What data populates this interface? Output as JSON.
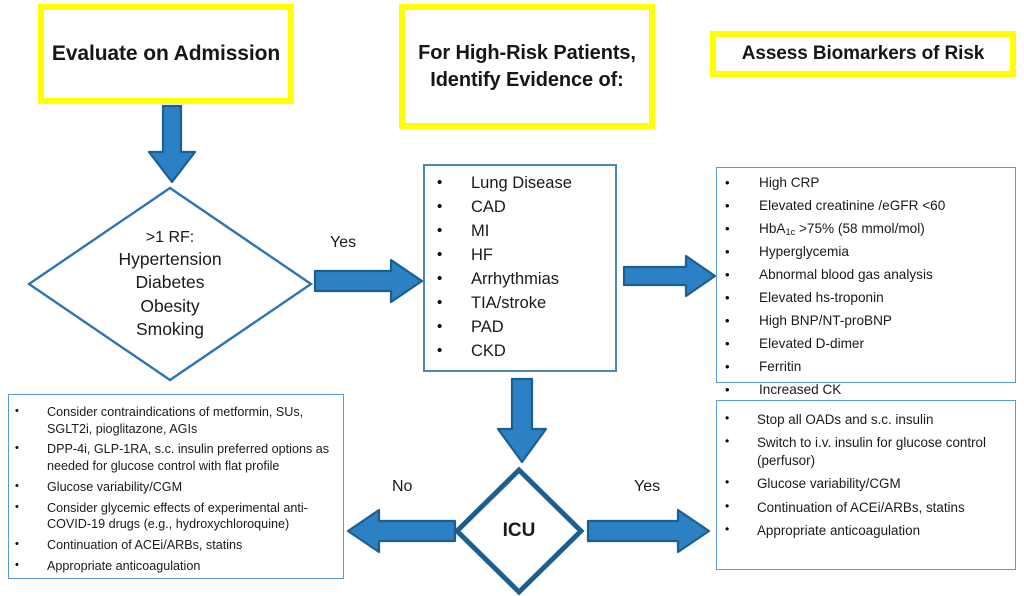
{
  "diagram": {
    "title": "COVID-19 and diabetes hospital admission management flowchart",
    "colors": {
      "header_border": "#ffff00",
      "arrow_fill": "#2b81c4",
      "arrow_stroke": "#1b5f91",
      "box_border": "#5b9bd5",
      "diamond_stroke": "#2e75b6",
      "text": "#1a1a1a"
    }
  },
  "headers": {
    "admission": "Evaluate on Admission",
    "high_risk_line1": "For High-Risk Patients,",
    "high_risk_line2": "Identify Evidence of:",
    "biomarkers": "Assess Biomarkers of Risk"
  },
  "decision_rf": {
    "line1": ">1 RF:",
    "line2": "Hypertension",
    "line3": "Diabetes",
    "line4": "Obesity",
    "line5": "Smoking"
  },
  "decision_icu": {
    "label": "ICU"
  },
  "edge_labels": {
    "yes_top": "Yes",
    "no_icu": "No",
    "yes_icu": "Yes"
  },
  "evidence_list": {
    "items": [
      "Lung Disease",
      "CAD",
      "MI",
      "HF",
      "Arrhythmias",
      "TIA/stroke",
      "PAD",
      "CKD"
    ]
  },
  "biomarkers_list": {
    "items": [
      "High CRP",
      "Elevated creatinine /eGFR <60",
      "HbA1c >75% (58 mmol/mol)",
      "Hyperglycemia",
      "Abnormal blood gas analysis",
      "Elevated hs-troponin",
      "High BNP/NT-proBNP",
      "Elevated D-dimer",
      "Ferritin",
      "Increased CK"
    ],
    "hba1c_prefix": "HbA",
    "hba1c_subscript": "1c",
    "hba1c_suffix": " >75% (58 mmol/mol)"
  },
  "non_icu_management": {
    "items": [
      "Consider contraindications of metformin, SUs, SGLT2i, pioglitazone, AGIs",
      "DPP-4i, GLP-1RA, s.c. insulin preferred options as needed for glucose control with flat profile",
      "Glucose variability/CGM",
      "Consider glycemic effects of experimental anti-COVID-19 drugs (e.g., hydroxychloroquine)",
      "Continuation of ACEi/ARBs, statins",
      "Appropriate anticoagulation"
    ]
  },
  "icu_management": {
    "items": [
      "Stop all OADs and s.c. insulin",
      "Switch to i.v. insulin for glucose control (perfusor)",
      "Glucose variability/CGM",
      "Continuation of ACEi/ARBs, statins",
      "Appropriate anticoagulation"
    ]
  },
  "bullet_glyph": "•"
}
